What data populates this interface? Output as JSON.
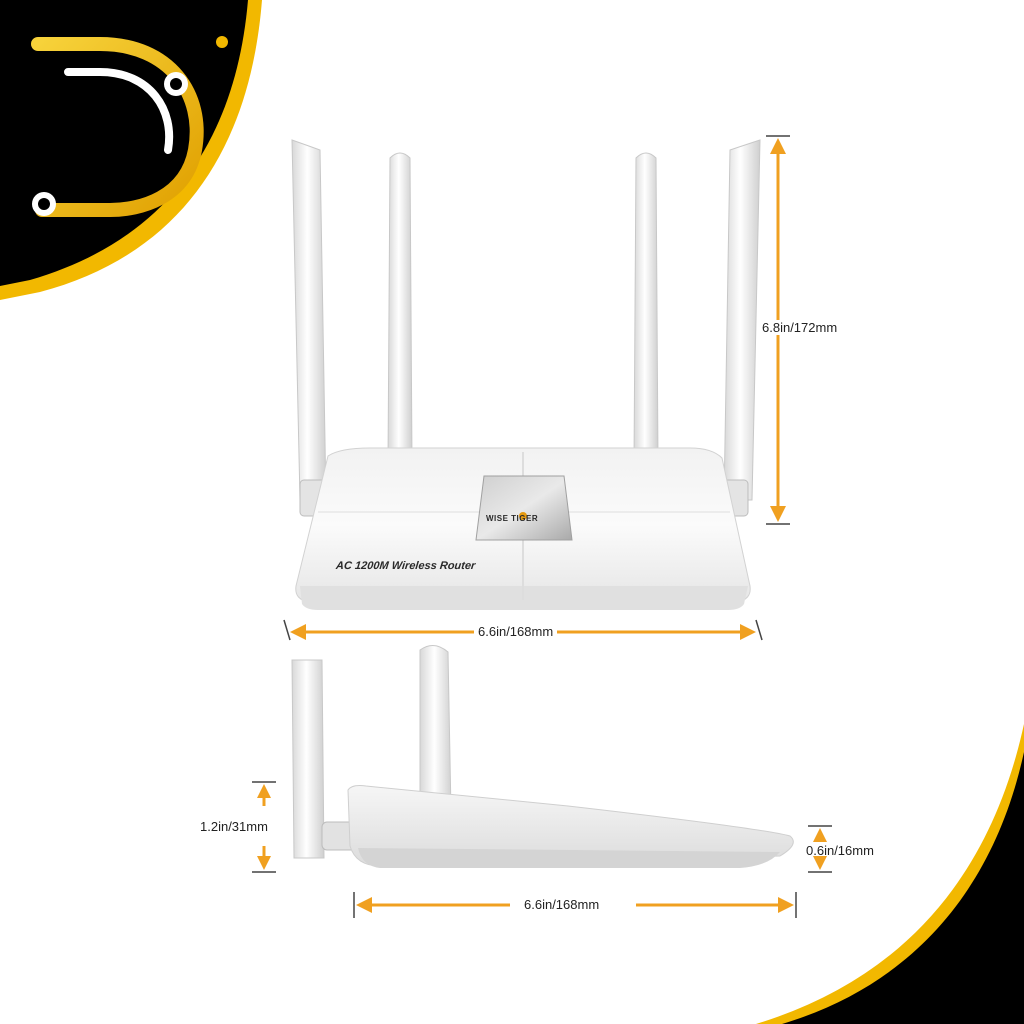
{
  "colors": {
    "brand_gold": "#f2b800",
    "brand_black": "#000000",
    "arrow_orange": "#f0a020",
    "router_white": "#f4f4f4",
    "panel_silver": "#b8b8b8"
  },
  "logo": {
    "icon": "letter-d-circuit-logo-icon"
  },
  "router": {
    "model_label": "AC 1200M Wireless Router",
    "brand": "WISE TIGER",
    "brand_icon": "tiger-head-icon"
  },
  "dimensions": {
    "front_height": "6.8in/172mm",
    "front_width": "6.6in/168mm",
    "side_rear_height": "1.2in/31mm",
    "side_front_height": "0.6in/16mm",
    "side_length": "6.6in/168mm"
  }
}
